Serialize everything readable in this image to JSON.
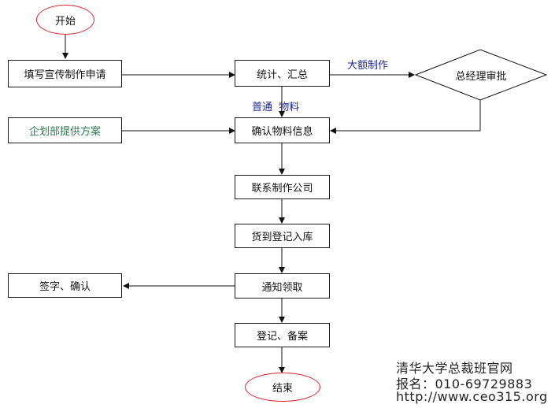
{
  "start": "开始",
  "end": "结束",
  "steps": {
    "apply": "填写宣传制作申请",
    "summary": "统计、汇总",
    "gm_approve": "总经理审批",
    "planning": "企划部提供方案",
    "confirm": "确认物料信息",
    "contact": "联系制作公司",
    "warehouse": "货到登记入库",
    "notify": "通知领取",
    "sign": "签字、确认",
    "record": "登记、备案"
  },
  "edge_labels": {
    "large": "大额制作",
    "normal": "普通  物料"
  },
  "watermark": {
    "line1": "清华大学总裁班官网",
    "line2": "报名：010-69729883",
    "line3": "http://www.ceo315.org"
  },
  "colors": {
    "oval_border": "#e0202a",
    "edge_label": "#1c2a96",
    "planning_text": "#2e7d4f"
  }
}
